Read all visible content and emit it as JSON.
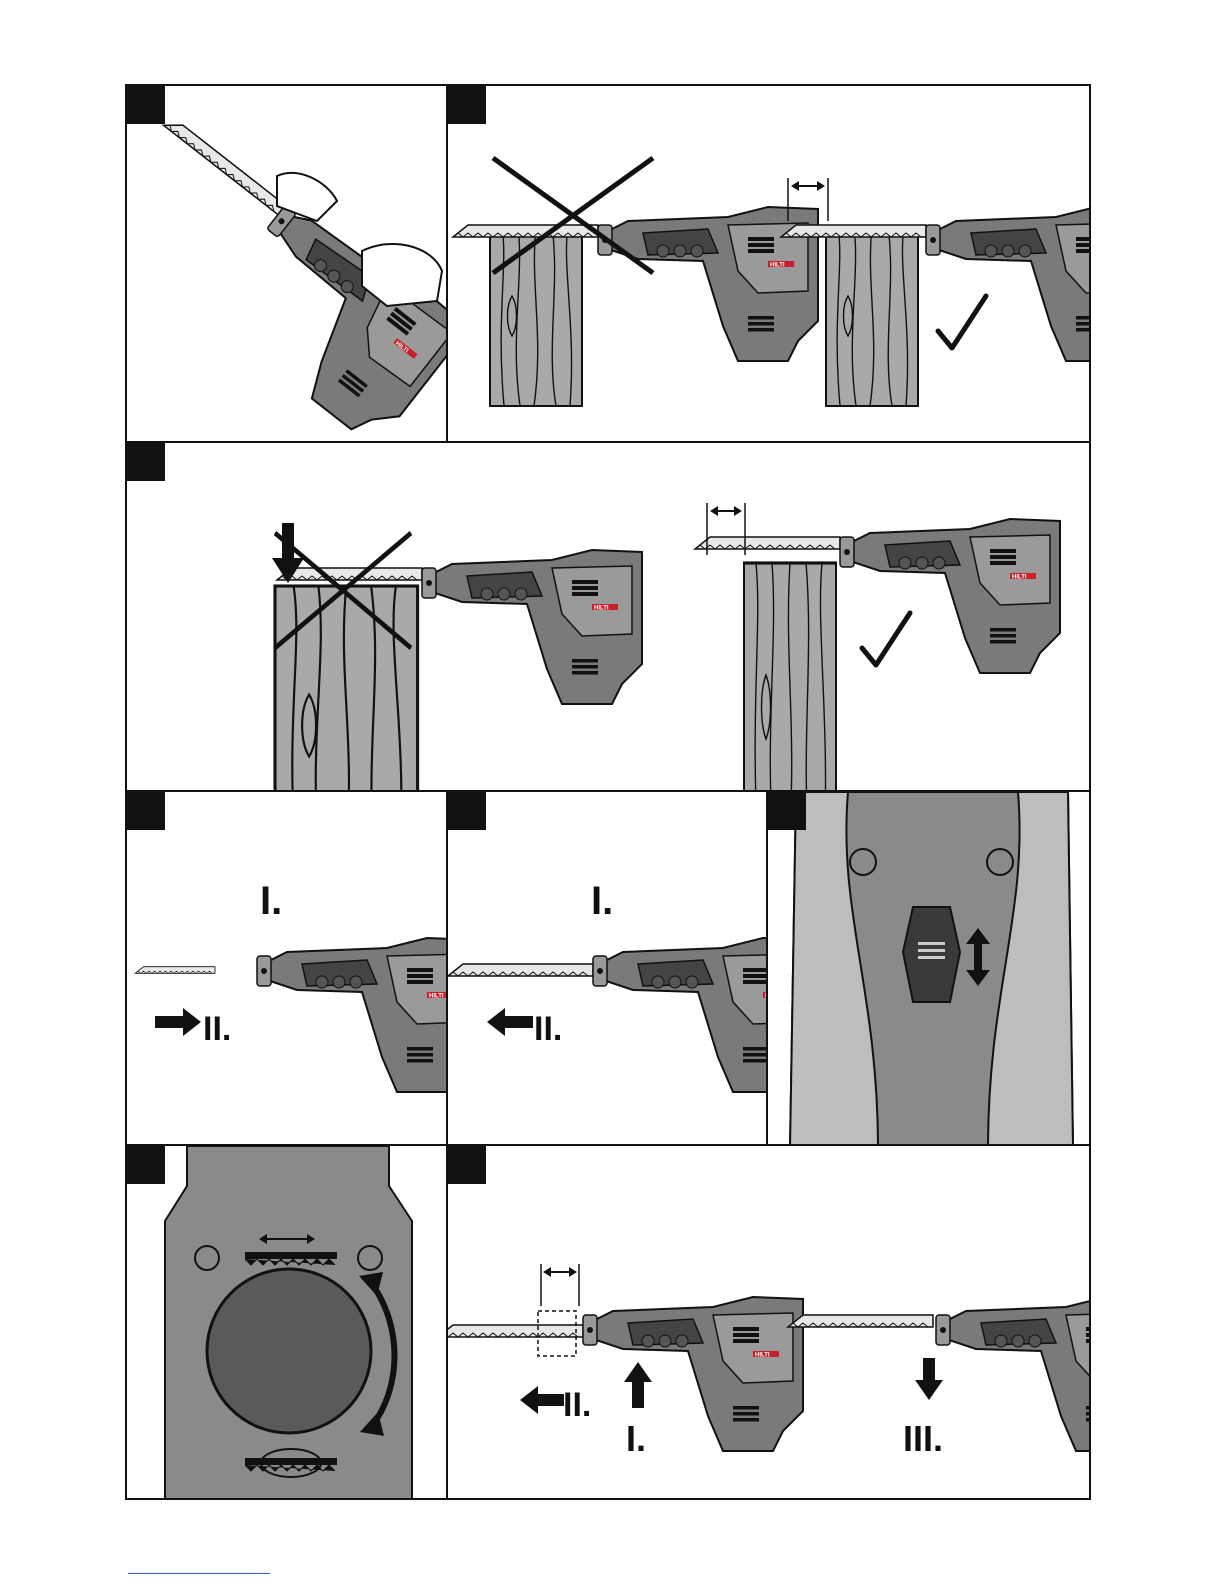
{
  "brand": "HILTI",
  "panels": [
    {
      "id": "p1",
      "description_icon": "saw-held-two-hands"
    },
    {
      "id": "p2",
      "description_icon": "blade-length-correct-incorrect"
    },
    {
      "id": "p3",
      "description_icon": "cut-position-correct-incorrect"
    },
    {
      "id": "p4",
      "labels": {
        "step1": "I.",
        "step2": "II."
      }
    },
    {
      "id": "p5",
      "labels": {
        "step1": "I.",
        "step2": "II."
      }
    },
    {
      "id": "p6",
      "description_icon": "lock-slider"
    },
    {
      "id": "p7",
      "description_icon": "pendulum-selector"
    },
    {
      "id": "p8",
      "labels": {
        "step1": "I.",
        "step2": "II.",
        "step3": "III."
      }
    }
  ],
  "colors": {
    "dark": "#111111",
    "tool_grey": "#6d6d6d",
    "mid_grey": "#8a8a8a",
    "light_grey": "#bdbdbd",
    "wood": "#a9a9a9"
  }
}
